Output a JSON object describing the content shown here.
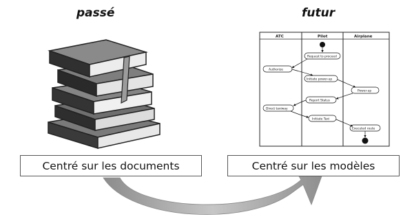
{
  "left": {
    "heading": "passé",
    "box_label": "Centré sur les documents"
  },
  "right": {
    "heading": "futur",
    "box_label": "Centré sur les modèles",
    "diagram": {
      "lanes": [
        "ATC",
        "Pilot",
        "Airplane"
      ],
      "nodes": {
        "request": "Request to proceed",
        "authorize": "Authorize",
        "initiate_power": "Initiate power-up",
        "power_up": "Power-up",
        "report_status": "Report Status",
        "direct_taxiway": "Direct taxiway",
        "initiate_taxi": "Initiate Taxi",
        "executed_route": "Executed route"
      }
    }
  },
  "arrow": {
    "color": "#9a9a9a"
  }
}
